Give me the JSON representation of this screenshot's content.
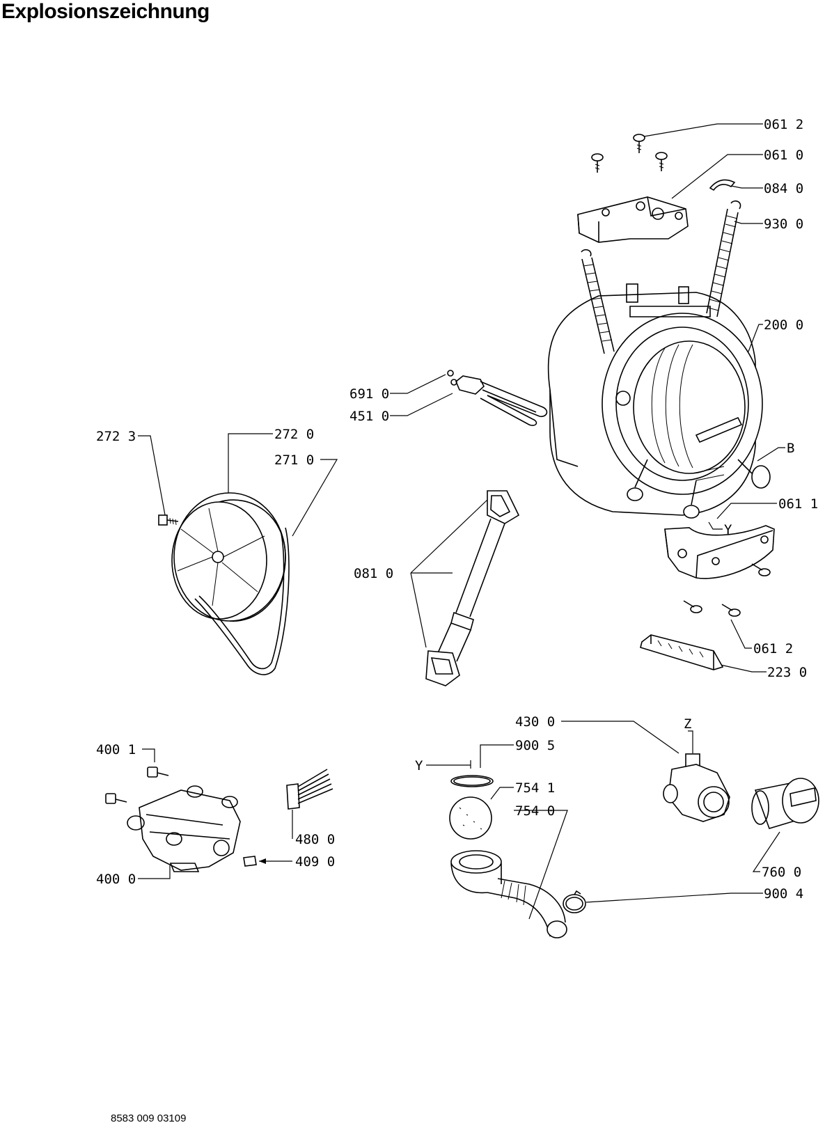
{
  "title": "Explosionszeichnung",
  "document_number": "8583 009 03109",
  "callouts": [
    {
      "id": "c-0612-top",
      "label": "061 2"
    },
    {
      "id": "c-0610",
      "label": "061 0"
    },
    {
      "id": "c-0840",
      "label": "084 0"
    },
    {
      "id": "c-9300",
      "label": "930 0"
    },
    {
      "id": "c-2000",
      "label": "200 0"
    },
    {
      "id": "c-6910",
      "label": "691 0"
    },
    {
      "id": "c-4510",
      "label": "451 0"
    },
    {
      "id": "c-B",
      "label": "B"
    },
    {
      "id": "c-2723",
      "label": "272 3"
    },
    {
      "id": "c-2720",
      "label": "272 0"
    },
    {
      "id": "c-2710",
      "label": "271 0"
    },
    {
      "id": "c-0611",
      "label": "061 1"
    },
    {
      "id": "c-Y-top",
      "label": "Y"
    },
    {
      "id": "c-0810",
      "label": "081 0"
    },
    {
      "id": "c-0612-bot",
      "label": "061 2"
    },
    {
      "id": "c-2230",
      "label": "223 0"
    },
    {
      "id": "c-4300",
      "label": "430 0"
    },
    {
      "id": "c-Z",
      "label": "Z"
    },
    {
      "id": "c-9005",
      "label": "900 5"
    },
    {
      "id": "c-Y-bot",
      "label": "Y"
    },
    {
      "id": "c-4001",
      "label": "400 1"
    },
    {
      "id": "c-7541",
      "label": "754 1"
    },
    {
      "id": "c-7540",
      "label": "754 0"
    },
    {
      "id": "c-4800",
      "label": "480 0"
    },
    {
      "id": "c-4090",
      "label": "409 0"
    },
    {
      "id": "c-7600",
      "label": "760 0"
    },
    {
      "id": "c-4000",
      "label": "400 0"
    },
    {
      "id": "c-9004",
      "label": "900 4"
    }
  ]
}
